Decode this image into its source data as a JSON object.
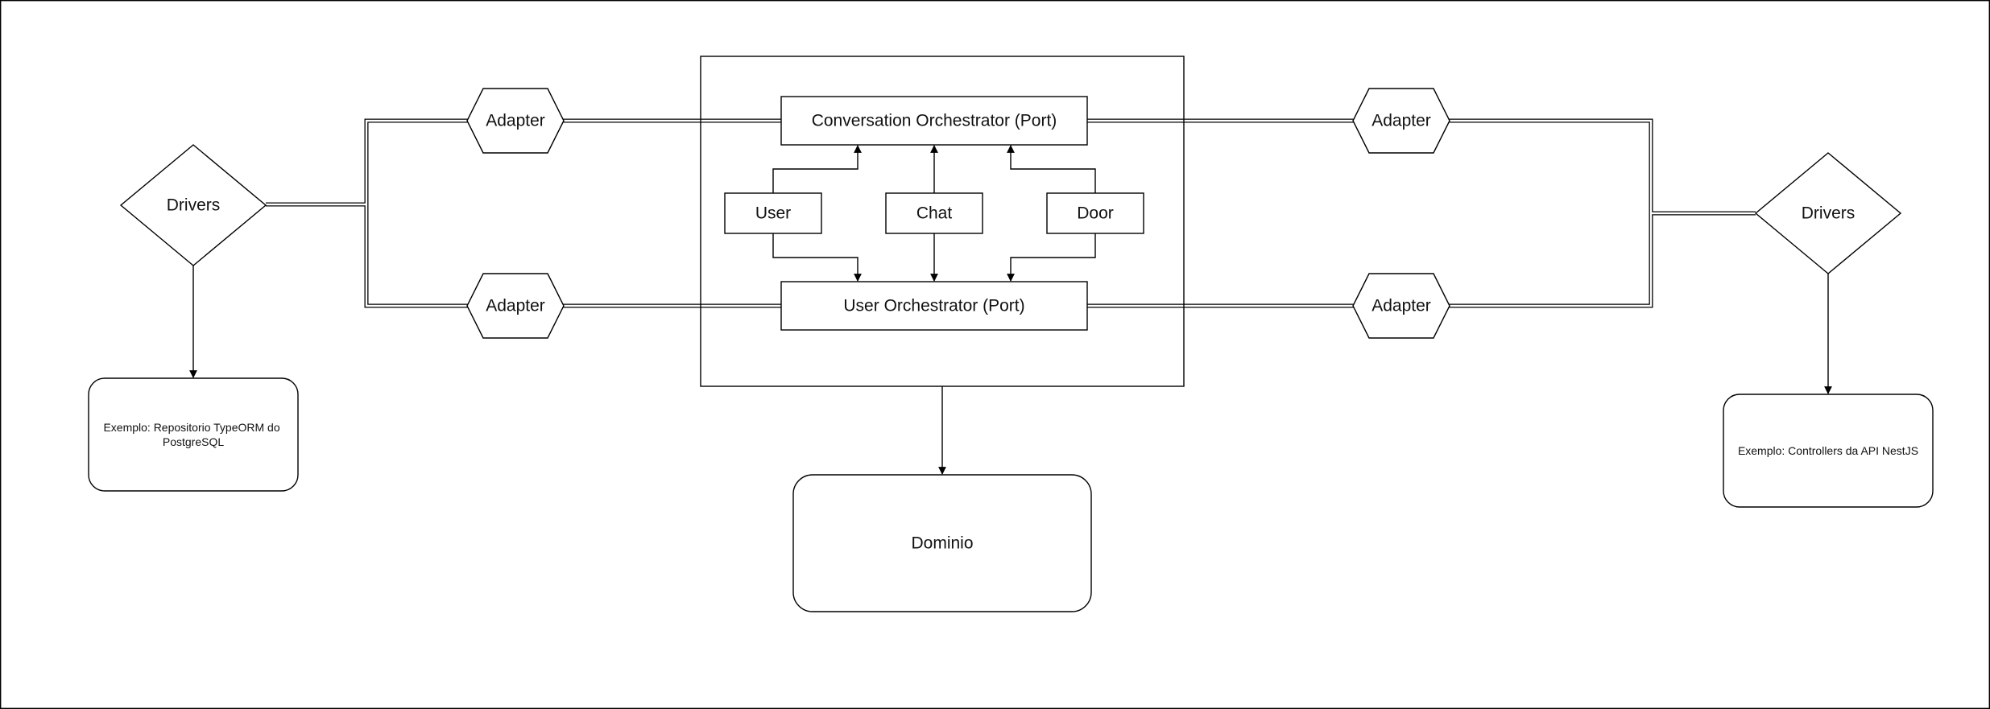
{
  "diagram": {
    "drivers_left": "Drivers",
    "drivers_right": "Drivers",
    "adapter_top_left": "Adapter",
    "adapter_bottom_left": "Adapter",
    "adapter_top_right": "Adapter",
    "adapter_bottom_right": "Adapter",
    "conversation_port": "Conversation Orchestrator (Port)",
    "user_port": "User Orchestrator (Port)",
    "user_entity": "User",
    "chat_entity": "Chat",
    "door_entity": "Door",
    "dominio": "Dominio",
    "example_left_line1": "Exemplo: Repositorio TypeORM do",
    "example_left_line2": "PostgreSQL",
    "example_right": "Exemplo: Controllers da API NestJS"
  }
}
